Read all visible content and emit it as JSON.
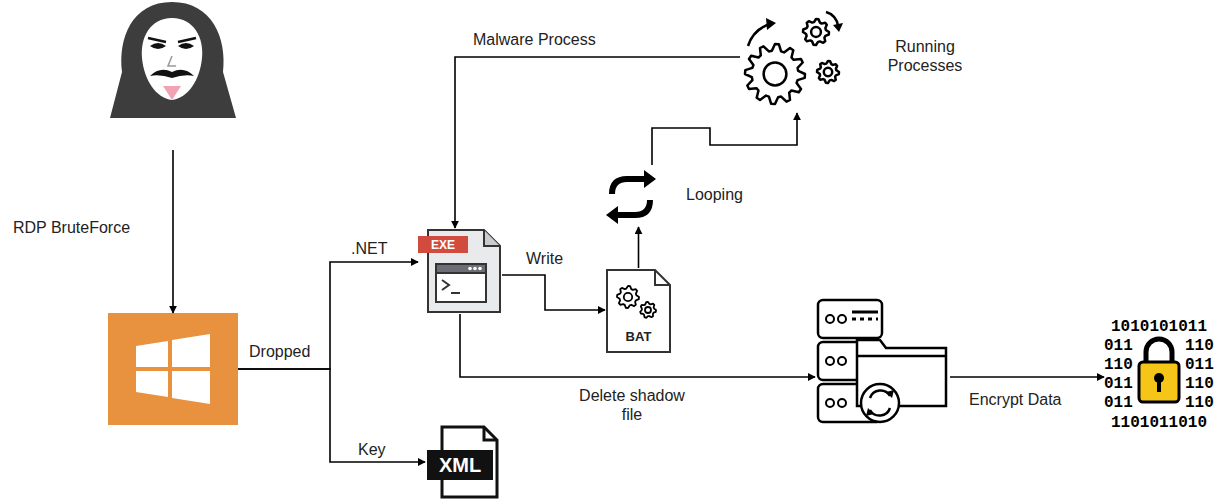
{
  "diagram": {
    "nodes": [
      {
        "text": []
      },
      {
        "text": []
      },
      {
        "text": [
          "EXE"
        ]
      },
      {
        "text": [
          "XML"
        ]
      },
      {
        "text": [
          "BAT"
        ]
      },
      {
        "text": [
          "Looping"
        ]
      },
      {
        "text": [
          "Running Processes"
        ]
      },
      {
        "text": []
      },
      {
        "text": [
          "1010101011",
          "011",
          "110",
          "011",
          "011",
          "110",
          "011",
          "110",
          "110",
          "1101011010"
        ]
      }
    ],
    "edges": [
      {
        "from": 0,
        "to": 1,
        "label": "RDP BruteForce",
        "arrow": "to"
      },
      {
        "from": 1,
        "to": 2,
        "label": ".NET",
        "arrow": "to"
      },
      {
        "from": 1,
        "to": 3,
        "label": "Key",
        "arrow": "to"
      },
      {
        "from": 2,
        "to": 4,
        "label": "Write",
        "arrow": "to"
      },
      {
        "from": 4,
        "to": 5,
        "arrow": "to"
      },
      {
        "from": 5,
        "to": 6,
        "arrow": "to"
      },
      {
        "from": 6,
        "to": 2,
        "label": "Malware Process",
        "arrow": "to"
      },
      {
        "from": 2,
        "to": 7,
        "label": "Delete shadow file",
        "arrow": "to"
      },
      {
        "from": 7,
        "to": 8,
        "label": "Encrypt Data",
        "arrow": "to"
      }
    ],
    "labels": [
      "Dropped"
    ]
  }
}
